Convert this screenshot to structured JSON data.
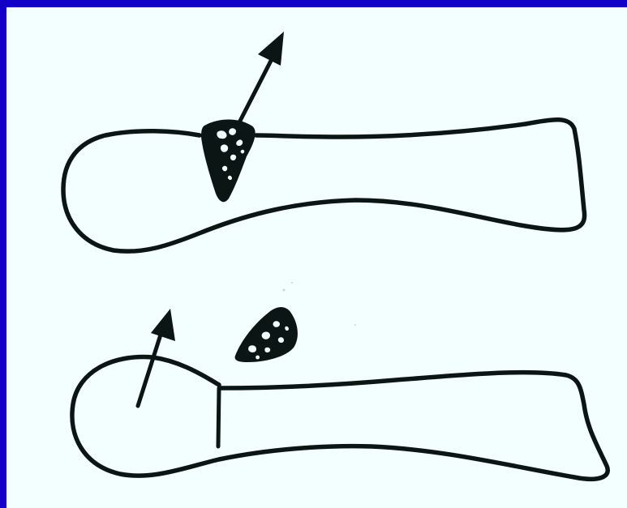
{
  "figure": {
    "frame_color": "#1200c8",
    "background_color": "#f2feff",
    "ink_color": "#0b1514",
    "panels": [
      {
        "id": "top",
        "description_items": [
          "bone-outline",
          "wedge-fragment-in-notch",
          "displacement-arrow"
        ]
      },
      {
        "id": "bottom",
        "description_items": [
          "bone-outline",
          "fracture-line",
          "detached-fragment",
          "displacement-arrow"
        ]
      }
    ]
  }
}
